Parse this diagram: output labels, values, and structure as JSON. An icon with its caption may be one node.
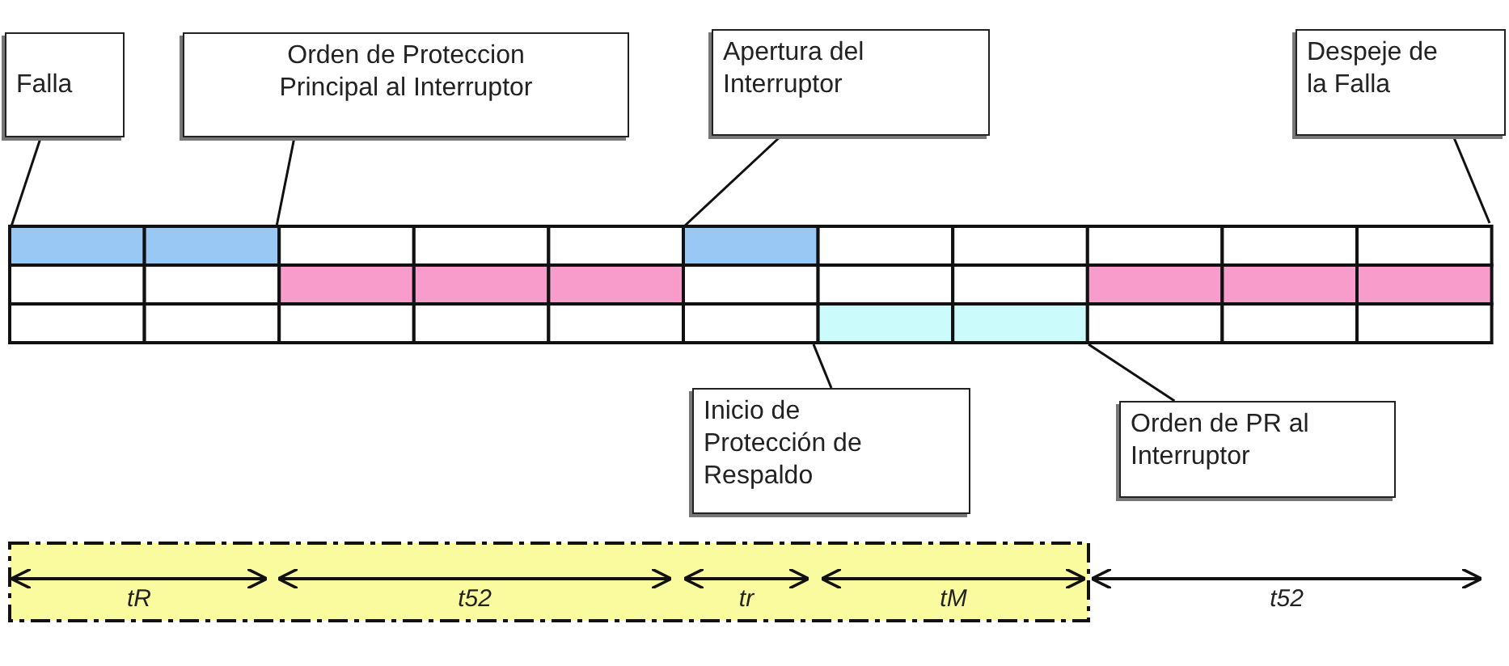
{
  "diagram": {
    "nodes": [
      {
        "text": [
          "Falla"
        ]
      },
      {
        "text": [
          "Orden de Proteccion Principal al Interruptor"
        ]
      },
      {
        "text": [
          "Apertura del Interruptor"
        ]
      },
      {
        "text": [
          "Despeje de la Falla"
        ]
      },
      {
        "text": [
          "Inicio de Protección de Respaldo"
        ]
      },
      {
        "text": [
          "Orden de PR al Interruptor"
        ]
      }
    ],
    "edges": [
      {
        "from": 0,
        "to": null,
        "arrow": "none"
      },
      {
        "from": 1,
        "to": null,
        "arrow": "none"
      },
      {
        "from": 2,
        "to": null,
        "arrow": "none"
      },
      {
        "from": 3,
        "to": null,
        "arrow": "none"
      },
      {
        "from": 4,
        "to": null,
        "arrow": "none"
      },
      {
        "from": 5,
        "to": null,
        "arrow": "none"
      }
    ],
    "labels": [
      "tR",
      "t52",
      "tr",
      "tM",
      "t52"
    ]
  }
}
